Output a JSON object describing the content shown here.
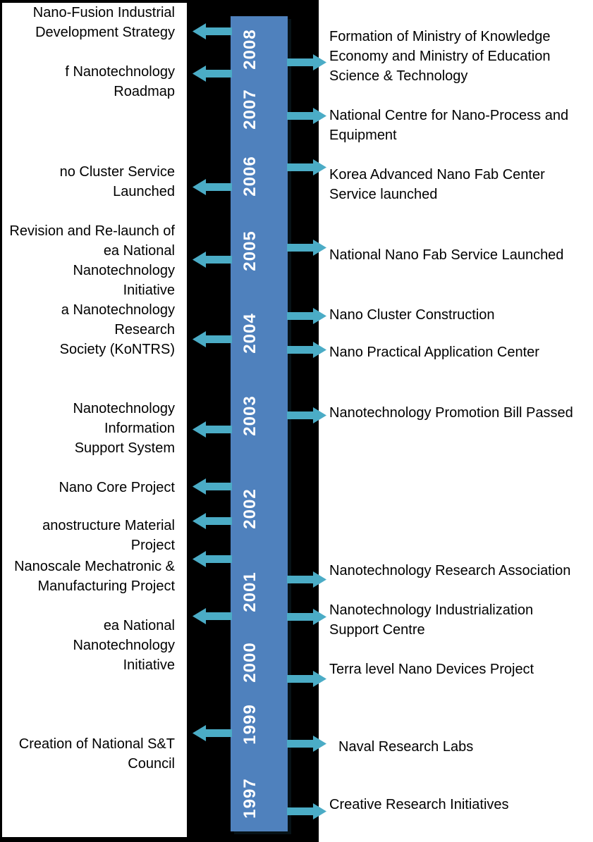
{
  "colors": {
    "background": "#000000",
    "panel": "#ffffff",
    "timeline_bar": "#4f81bd",
    "arrow": "#4bacc6",
    "year_text": "#ffffff",
    "event_text": "#000000"
  },
  "icons": {
    "left_arrow": "block-arrow-left",
    "right_arrow": "block-arrow-right"
  },
  "timeline": {
    "years": [
      {
        "label": "2008"
      },
      {
        "label": "2007"
      },
      {
        "label": "2006"
      },
      {
        "label": "2005"
      },
      {
        "label": "2004"
      },
      {
        "label": "2003"
      },
      {
        "label": "2002"
      },
      {
        "label": "2001"
      },
      {
        "label": "2000"
      },
      {
        "label": "1999"
      },
      {
        "label": "1997"
      }
    ]
  },
  "left_events": [
    {
      "text": "Nano-Fusion Industrial\nDevelopment Strategy"
    },
    {
      "text": "f Nanotechnology Roadmap"
    },
    {
      "text": "no Cluster Service Launched"
    },
    {
      "text": "Revision and Re-launch of\nea National Nanotechnology\nInitiative"
    },
    {
      "text": "a Nanotechnology Research\nSociety (KoNTRS)"
    },
    {
      "text": "Nanotechnology Information\nSupport System"
    },
    {
      "text": "Nano Core Project"
    },
    {
      "text": "anostructure Material Project"
    },
    {
      "text": "Nanoscale Mechatronic &\nManufacturing Project"
    },
    {
      "text": "ea National Nanotechnology\nInitiative"
    },
    {
      "text": "Creation of National S&T\nCouncil"
    }
  ],
  "right_events": [
    {
      "text": "Formation of Ministry of Knowledge\nEconomy and Ministry of Education\nScience & Technology"
    },
    {
      "text": "National Centre for Nano-Process and\nEquipment"
    },
    {
      "text": "Korea Advanced Nano Fab Center\nService launched"
    },
    {
      "text": "National Nano Fab Service Launched"
    },
    {
      "text": "Nano Cluster Construction"
    },
    {
      "text": "Nano Practical Application Center"
    },
    {
      "text": "Nanotechnology Promotion Bill Passed"
    },
    {
      "text": "Nanotechnology Research Association"
    },
    {
      "text": "Nanotechnology Industrialization\nSupport Centre"
    },
    {
      "text": "Terra level Nano Devices Project"
    },
    {
      "text": "Naval Research Labs"
    },
    {
      "text": "Creative Research Initiatives"
    }
  ]
}
